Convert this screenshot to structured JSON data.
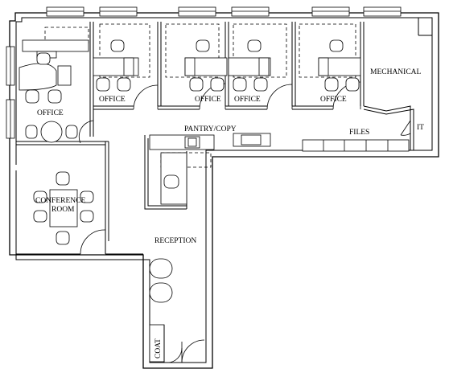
{
  "labels": {
    "office_top_1": "OFFICE",
    "office_top_2": "OFFICE",
    "office_top_3": "OFFICE",
    "office_top_4": "OFFICE",
    "office_left": "OFFICE",
    "mechanical": "MECHANICAL",
    "it": "IT",
    "pantry": "PANTRY/COPY",
    "files": "FILES",
    "conference_line1": "CONFERENCE",
    "conference_line2": "ROOM",
    "reception": "RECEPTION",
    "coat": "COAT"
  }
}
